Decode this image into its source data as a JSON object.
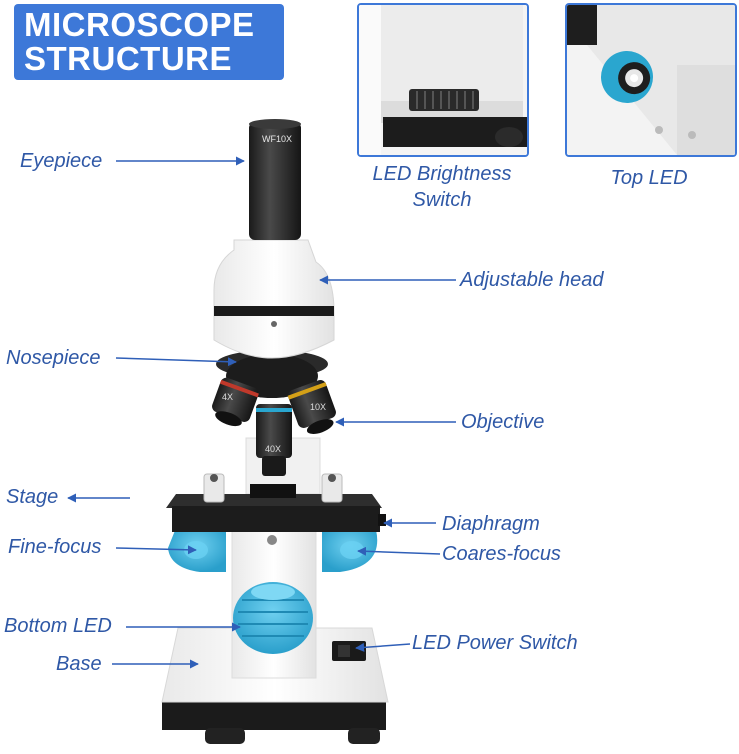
{
  "title": {
    "line1": "MICROSCOPE",
    "line2": "STRUCTURE"
  },
  "insets": {
    "brightness": {
      "caption_line1": "LED Brightness",
      "caption_line2": "Switch"
    },
    "top_led": {
      "caption": "Top LED"
    }
  },
  "labels": {
    "eyepiece": "Eyepiece",
    "adjustable_head": "Adjustable head",
    "nosepiece": "Nosepiece",
    "objective": "Objective",
    "stage": "Stage",
    "diaphragm": "Diaphragm",
    "fine_focus": "Fine-focus",
    "coares_focus": "Coares-focus",
    "bottom_led": "Bottom LED",
    "led_power_switch": "LED Power Switch",
    "base": "Base"
  },
  "engravings": {
    "eyepiece": "WF10X",
    "obj_4x": "4X",
    "obj_10x": "10X",
    "obj_40x": "40X"
  },
  "colors": {
    "title_bg": "#3d78d8",
    "label_text": "#2f58a6",
    "knob_blue": "#3fb7e0",
    "arrow": "#2f5fb8"
  }
}
